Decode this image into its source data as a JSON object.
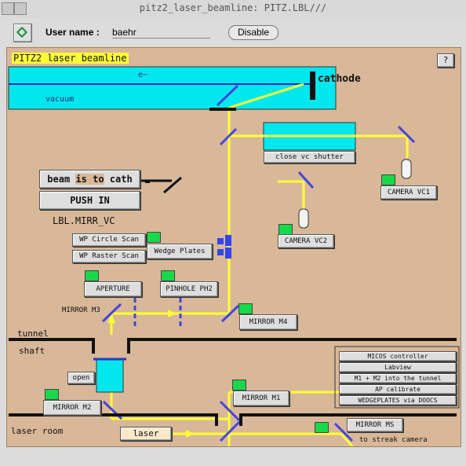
{
  "window": {
    "title": "pitz2_laser_beamline: PITZ.LBL///"
  },
  "toolbar": {
    "user_label": "User name :",
    "user_value": "baehr",
    "disable_label": "Disable"
  },
  "panel": {
    "title": "PITZ2 laser beamline",
    "help_label": "?",
    "electron_label": "e−",
    "vacuum_label": "vacuum",
    "cathode_label": "cathode",
    "close_vc_shutter": "close vc shutter",
    "camera_vc1": "CAMERA VC1",
    "camera_vc2": "CAMERA VC2",
    "beam_status": {
      "part1": "beam",
      "part2": "is to",
      "part3": "cath"
    },
    "push_in": "PUSH IN",
    "mirr_vc": "LBL.MIRR_VC",
    "wp_circle": "WP Circle Scan",
    "wp_raster": "WP Raster Scan",
    "wedge_plates": "Wedge Plates",
    "aperture": "APERTURE",
    "pinhole": "PINHOLE PH2",
    "mirror_m3": "MIRROR M3",
    "mirror_m4": "MIRROR M4",
    "tunnel": "tunnel",
    "shaft": "shaft",
    "open": "open",
    "mirror_m1": "MIRROR M1",
    "mirror_m2": "MIRROR M2",
    "laser_room": "laser room",
    "laser": "laser",
    "mirror_ms": "MIRROR MS",
    "to_streak": "to streak camera",
    "side_buttons": [
      "MICOS controller",
      "Labview",
      "M1 + M2 into the tunnel",
      "AP calibrate",
      "WEDGEPLATES via DOOCS"
    ]
  },
  "colors": {
    "background": "#d8b898",
    "beam": "#ffff33",
    "vacuum": "#00e8ee",
    "indicator": "#19d84a",
    "mirror": "#4444dd"
  }
}
